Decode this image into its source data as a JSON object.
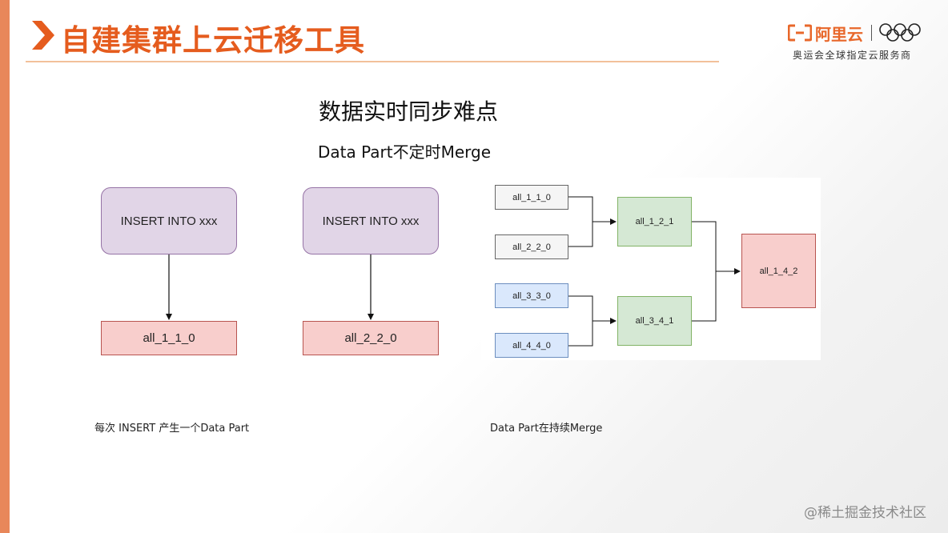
{
  "slide": {
    "title": "自建集群上云迁移工具",
    "heading": "数据实时同步难点",
    "subheading": "Data Part不定时Merge",
    "watermark": "@稀土掘金技术社区"
  },
  "logo": {
    "name": "阿里云",
    "tagline": "奥运会全球指定云服务商",
    "brand_color": "#e8672a"
  },
  "left_diagram": {
    "insert_label_1": "INSERT INTO xxx",
    "insert_label_2": "INSERT INTO xxx",
    "part_1": "all_1_1_0",
    "part_2": "all_2_2_0",
    "caption": "每次 INSERT 产生一个Data Part"
  },
  "merge_diagram": {
    "parts": [
      "all_1_1_0",
      "all_2_2_0",
      "all_3_3_0",
      "all_4_4_0"
    ],
    "merged_level1": [
      "all_1_2_1",
      "all_3_4_1"
    ],
    "merged_level2": "all_1_4_2",
    "caption": "Data Part在持续Merge"
  },
  "colors": {
    "accent": "#e55c1e",
    "insert_fill": "#e1d5e7",
    "part_fill": "#f8cecc",
    "merged_fill": "#d5e8d4",
    "blue_fill": "#dae8fc"
  }
}
